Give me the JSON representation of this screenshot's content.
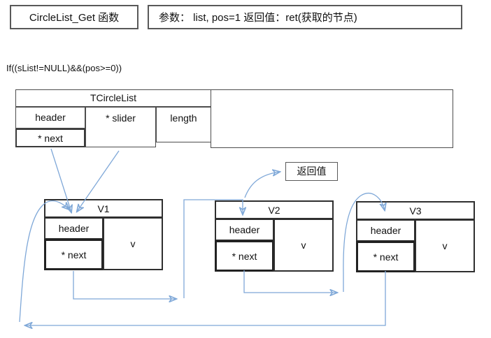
{
  "title_box": {
    "label": "CircleList_Get 函数"
  },
  "params_box": {
    "label": "参数：  list, pos=1  返回值：ret(获取的节点)"
  },
  "condition": "If((sList!=NULL)&&(pos>=0))",
  "struct_table": {
    "title": "TCircleList",
    "header_field": "header",
    "next_field": "* next",
    "slider_field": "* slider",
    "length_field": "length"
  },
  "return_box": {
    "label": "返回值"
  },
  "nodes": [
    {
      "title": "V1",
      "header_field": "header",
      "next_field": "* next",
      "value_field": "v"
    },
    {
      "title": "V2",
      "header_field": "header",
      "next_field": "* next",
      "value_field": "v"
    },
    {
      "title": "V3",
      "header_field": "header",
      "next_field": "* next",
      "value_field": "v"
    }
  ],
  "colors": {
    "arrow": "#7FA8D8",
    "node_border": "#2f2f2f",
    "table_border": "#4d4d4d",
    "box_border": "#595959",
    "text": "#111111"
  }
}
